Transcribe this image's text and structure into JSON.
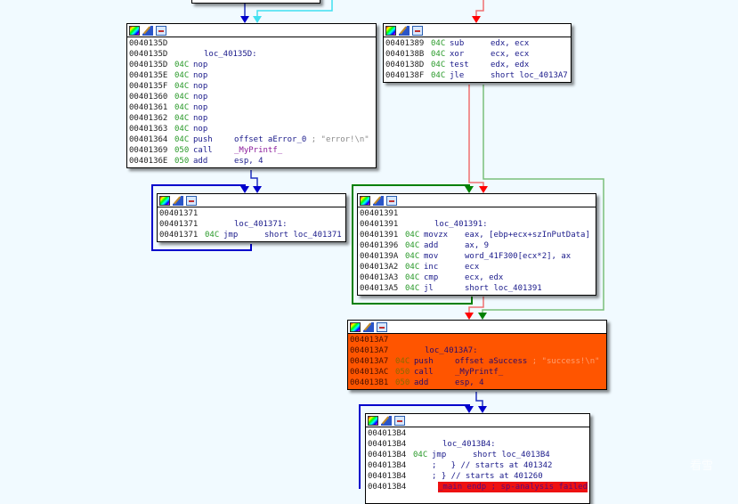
{
  "nodes": {
    "n135d": {
      "lines": [
        {
          "addr": "0040135D",
          "sp": "",
          "mn": "",
          "op": "",
          "label": ""
        },
        {
          "addr": "0040135D",
          "sp": "",
          "mn": "",
          "op": "",
          "label": "loc_40135D:"
        },
        {
          "addr": "0040135D",
          "sp": "04C",
          "mn": "nop",
          "op": ""
        },
        {
          "addr": "0040135E",
          "sp": "04C",
          "mn": "nop",
          "op": ""
        },
        {
          "addr": "0040135F",
          "sp": "04C",
          "mn": "nop",
          "op": ""
        },
        {
          "addr": "00401360",
          "sp": "04C",
          "mn": "nop",
          "op": ""
        },
        {
          "addr": "00401361",
          "sp": "04C",
          "mn": "nop",
          "op": ""
        },
        {
          "addr": "00401362",
          "sp": "04C",
          "mn": "nop",
          "op": ""
        },
        {
          "addr": "00401363",
          "sp": "04C",
          "mn": "nop",
          "op": ""
        },
        {
          "addr": "00401364",
          "sp": "04C",
          "mn": "push",
          "op": "offset aError_0",
          "comment": " ; \"error!\\n\""
        },
        {
          "addr": "00401369",
          "sp": "050",
          "mn": "call",
          "op": "_MyPrintf_",
          "fn": true
        },
        {
          "addr": "0040136E",
          "sp": "050",
          "mn": "add",
          "op": "esp, 4"
        }
      ]
    },
    "n1389": {
      "lines": [
        {
          "addr": "00401389",
          "sp": "04C",
          "mn": "sub",
          "op": "edx, ecx"
        },
        {
          "addr": "0040138B",
          "sp": "04C",
          "mn": "xor",
          "op": "ecx, ecx"
        },
        {
          "addr": "0040138D",
          "sp": "04C",
          "mn": "test",
          "op": "edx, edx"
        },
        {
          "addr": "0040138F",
          "sp": "04C",
          "mn": "jle",
          "op": "short loc_4013A7"
        }
      ]
    },
    "n1371": {
      "lines": [
        {
          "addr": "00401371",
          "sp": "",
          "mn": "",
          "op": "",
          "label": ""
        },
        {
          "addr": "00401371",
          "sp": "",
          "mn": "",
          "op": "",
          "label": "loc_401371:"
        },
        {
          "addr": "00401371",
          "sp": "04C",
          "mn": "jmp",
          "op": "short loc_401371"
        }
      ]
    },
    "n1391": {
      "lines": [
        {
          "addr": "00401391",
          "sp": "",
          "mn": "",
          "op": "",
          "label": ""
        },
        {
          "addr": "00401391",
          "sp": "",
          "mn": "",
          "op": "",
          "label": "loc_401391:"
        },
        {
          "addr": "00401391",
          "sp": "04C",
          "mn": "movzx",
          "op": "eax, [ebp+ecx+szInPutData]"
        },
        {
          "addr": "00401396",
          "sp": "04C",
          "mn": "add",
          "op": "ax, 9"
        },
        {
          "addr": "0040139A",
          "sp": "04C",
          "mn": "mov",
          "op": "word_41F300[ecx*2], ax"
        },
        {
          "addr": "004013A2",
          "sp": "04C",
          "mn": "inc",
          "op": "ecx"
        },
        {
          "addr": "004013A3",
          "sp": "04C",
          "mn": "cmp",
          "op": "ecx, edx"
        },
        {
          "addr": "004013A5",
          "sp": "04C",
          "mn": "jl",
          "op": "short loc_401391"
        }
      ]
    },
    "n13a7": {
      "lines": [
        {
          "addr": "004013A7",
          "sp": "",
          "mn": "",
          "op": "",
          "label": ""
        },
        {
          "addr": "004013A7",
          "sp": "",
          "mn": "",
          "op": "",
          "label": "loc_4013A7:"
        },
        {
          "addr": "004013A7",
          "sp": "04C",
          "mn": "push",
          "op": "offset aSuccess",
          "comment": " ; \"success!\\n\""
        },
        {
          "addr": "004013AC",
          "sp": "050",
          "mn": "call",
          "op": "_MyPrintf_",
          "fn": true
        },
        {
          "addr": "004013B1",
          "sp": "050",
          "mn": "add",
          "op": "esp, 4"
        }
      ]
    },
    "n13b4": {
      "lines": [
        {
          "addr": "004013B4",
          "sp": "",
          "mn": "",
          "op": "",
          "label": ""
        },
        {
          "addr": "004013B4",
          "sp": "",
          "mn": "",
          "op": "",
          "label": "loc_4013B4:"
        },
        {
          "addr": "004013B4",
          "sp": "04C",
          "mn": "jmp",
          "op": "short loc_4013B4"
        },
        {
          "addr": "004013B4",
          "sp": "",
          "mn": "",
          "op": "",
          "label": ";   } // starts at 401342"
        },
        {
          "addr": "004013B4",
          "sp": "",
          "mn": "",
          "op": "",
          "label": "; } // starts at 401260"
        },
        {
          "addr": "004013B4",
          "sp": "",
          "mn": "",
          "op": "",
          "label": "_main endp ; sp-analysis failed",
          "error": true
        }
      ]
    }
  },
  "header_icons": [
    "color-palette-icon",
    "edit-pencil-icon",
    "graph-view-icon"
  ],
  "colors": {
    "background": "#f1faff",
    "highlight_node": "#ff5500",
    "edge_true": "#008000",
    "edge_false": "#ff0000",
    "edge_uncond": "#0000cc",
    "edge_cyan": "#40e0f0"
  },
  "watermark": "看雪"
}
